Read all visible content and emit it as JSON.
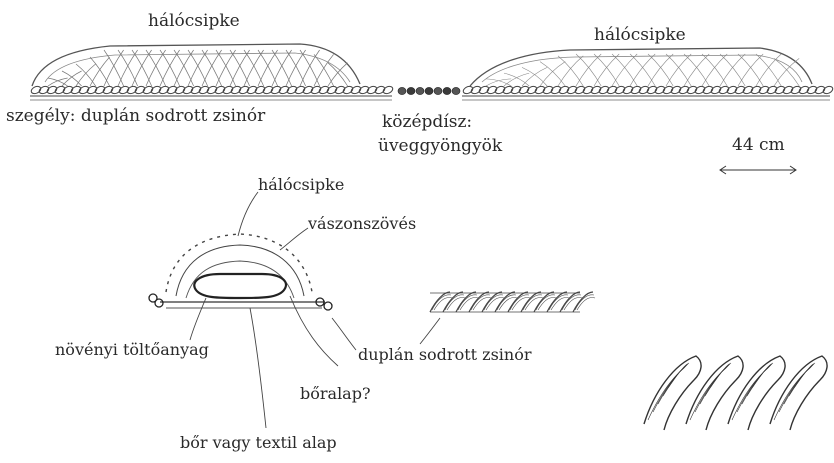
{
  "labels": {
    "net_lace_left": "hálócsipke",
    "net_lace_right": "hálócsipke",
    "border": "szegély: duplán sodrott zsinór",
    "centre_decoration_line1": "középdísz:",
    "centre_decoration_line2": "üveggyöngyök",
    "scale": "44 cm",
    "net_lace_section": "hálócsipke",
    "tabby_weave": "vászonszövés",
    "plant_filling": "növényi töltőanyag",
    "double_twisted_cord": "duplán sodrott zsinór",
    "leather_base": "bőralap?",
    "leather_or_textile_base": "bőr vagy textil alap"
  },
  "colors": {
    "ink": "#2a2a2a",
    "pencil": "#555555",
    "light_pencil": "#8a8a8a"
  }
}
